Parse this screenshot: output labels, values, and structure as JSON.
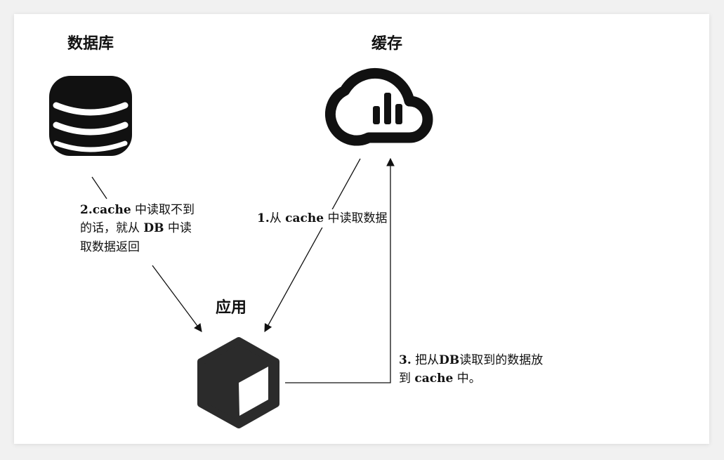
{
  "nodes": {
    "database": {
      "title": "数据库",
      "icon": "database-icon"
    },
    "cache": {
      "title": "缓存",
      "icon": "cloud-chart-icon"
    },
    "app": {
      "title": "应用",
      "icon": "cube-icon"
    }
  },
  "edges": {
    "step1": {
      "num": "1.",
      "prefix": "从 ",
      "keyword": "cache",
      "suffix": " 中读取数据"
    },
    "step2": {
      "num": "2.",
      "keyword": "cache",
      "line1_suffix": " 中读取不到",
      "line2_prefix": "的话，就从 ",
      "line2_keyword": "DB",
      "line2_suffix": " 中读",
      "line3": "取数据返回"
    },
    "step3": {
      "num": "3.",
      "line1_prefix": " 把从",
      "line1_keyword": "DB",
      "line1_suffix": "读取到的数据放",
      "line2_prefix": "到 ",
      "line2_keyword": "cache",
      "line2_suffix": " 中。"
    }
  },
  "colors": {
    "stroke": "#111111",
    "cube_fill": "#2b2b2b",
    "background": "#ffffff"
  }
}
